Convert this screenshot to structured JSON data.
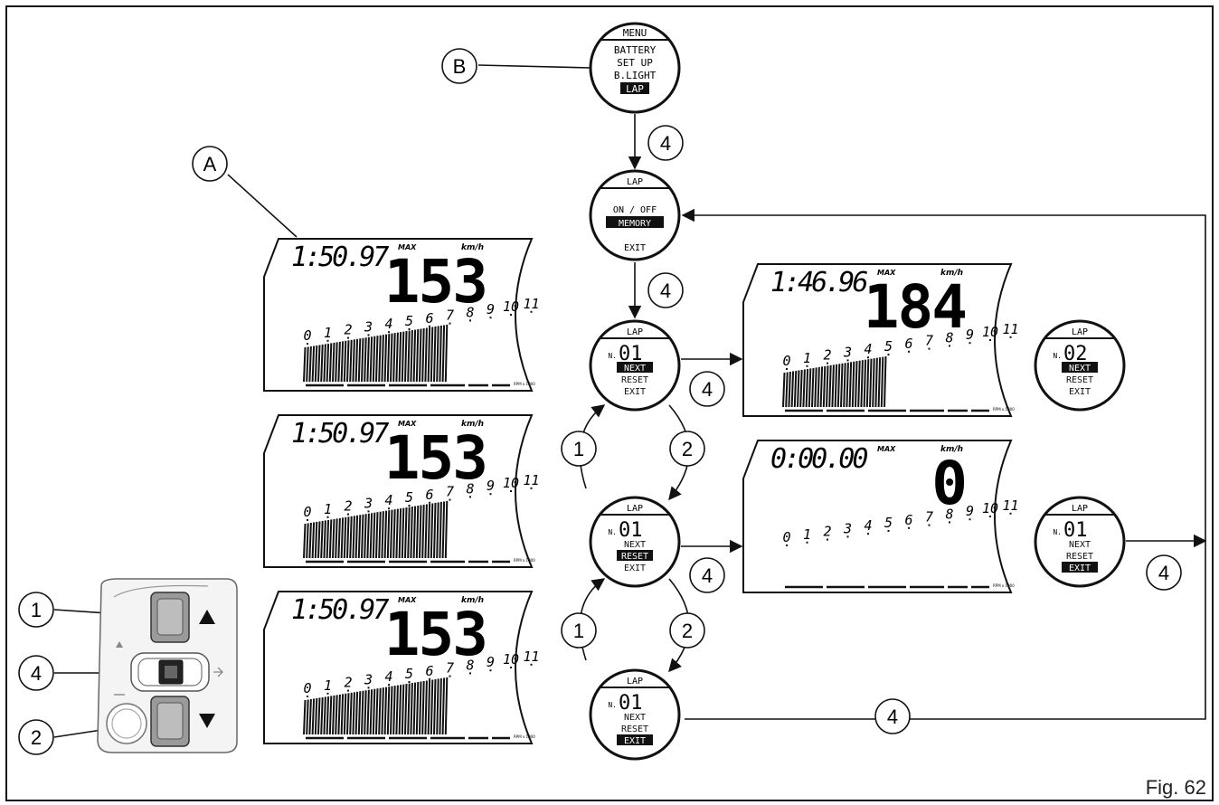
{
  "figure_label": "Fig. 62",
  "callouts": {
    "a": "A",
    "b": "B",
    "one": "1",
    "two": "2",
    "four": "4"
  },
  "menu": {
    "title": "MENU",
    "items": [
      "BATTERY",
      "SET UP",
      "B.LIGHT"
    ],
    "selected": "LAP"
  },
  "lap_menu": {
    "title": "LAP",
    "on_off": "ON / OFF",
    "memory": "MEMORY",
    "exit": "EXIT"
  },
  "lap_detail": {
    "title": "LAP",
    "n_prefix": "N.",
    "lap_01": "01",
    "lap_02": "02",
    "next": "NEXT",
    "reset": "RESET",
    "exit": "EXIT"
  },
  "dashboard": {
    "max_label": "MAX",
    "speed_unit": "km/h",
    "rpm_unit": "RPM x 1000",
    "rpm_scale": [
      "0",
      "1",
      "2",
      "3",
      "4",
      "5",
      "6",
      "7",
      "8",
      "9",
      "10",
      "11"
    ],
    "display_lap": {
      "time": "1:50.97",
      "speed": "153",
      "rpm_fill": 7
    },
    "display_lap_02": {
      "time": "1:46.96",
      "speed": "184",
      "rpm_fill": 5
    },
    "display_reset": {
      "time": "0:00.00",
      "speed": "0",
      "rpm_fill": 0
    }
  }
}
